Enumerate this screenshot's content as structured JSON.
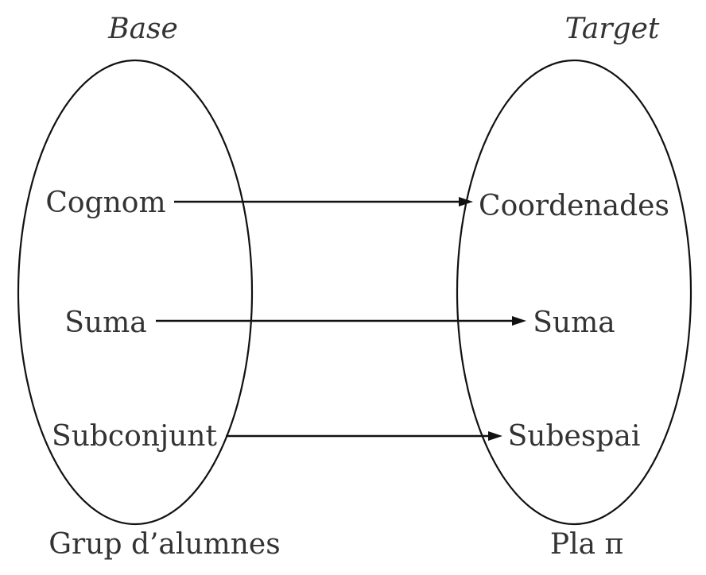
{
  "headers": {
    "base": "Base",
    "target": "Target"
  },
  "base_items": {
    "item1": "Cognom",
    "item2": "Suma",
    "item3": "Subconjunt"
  },
  "target_items": {
    "item1": "Coordenades",
    "item2": "Suma",
    "item3": "Subespai"
  },
  "captions": {
    "base": "Grup d’alumnes",
    "target": "Pla π"
  }
}
